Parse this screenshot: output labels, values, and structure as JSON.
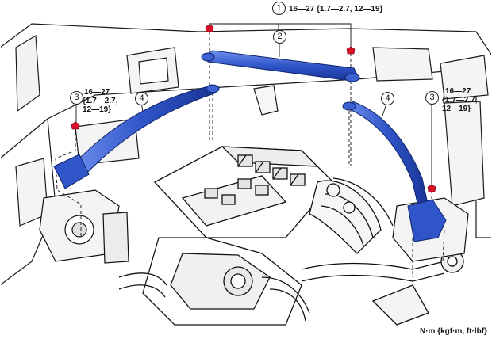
{
  "callouts": {
    "part1": {
      "number": "1",
      "torque": "16—27 {1.7—2.7, 12—19}"
    },
    "part2": {
      "number": "2"
    },
    "part3_left": {
      "number": "3",
      "torque_line1": "16—27",
      "torque_line2": "{1.7—2.7,",
      "torque_line3": "12—19}"
    },
    "part3_right": {
      "number": "3",
      "torque_line1": "16—27",
      "torque_line2": "{1.7—2.7,",
      "torque_line3": "12—19}"
    },
    "part4_left": {
      "number": "4"
    },
    "part4_right": {
      "number": "4"
    }
  },
  "units": "N·m {kgf·m, ft·lbf}",
  "colors": {
    "brace": "#2f55c8",
    "bolt_marker": "#d8102a",
    "engine_line": "#111111"
  }
}
